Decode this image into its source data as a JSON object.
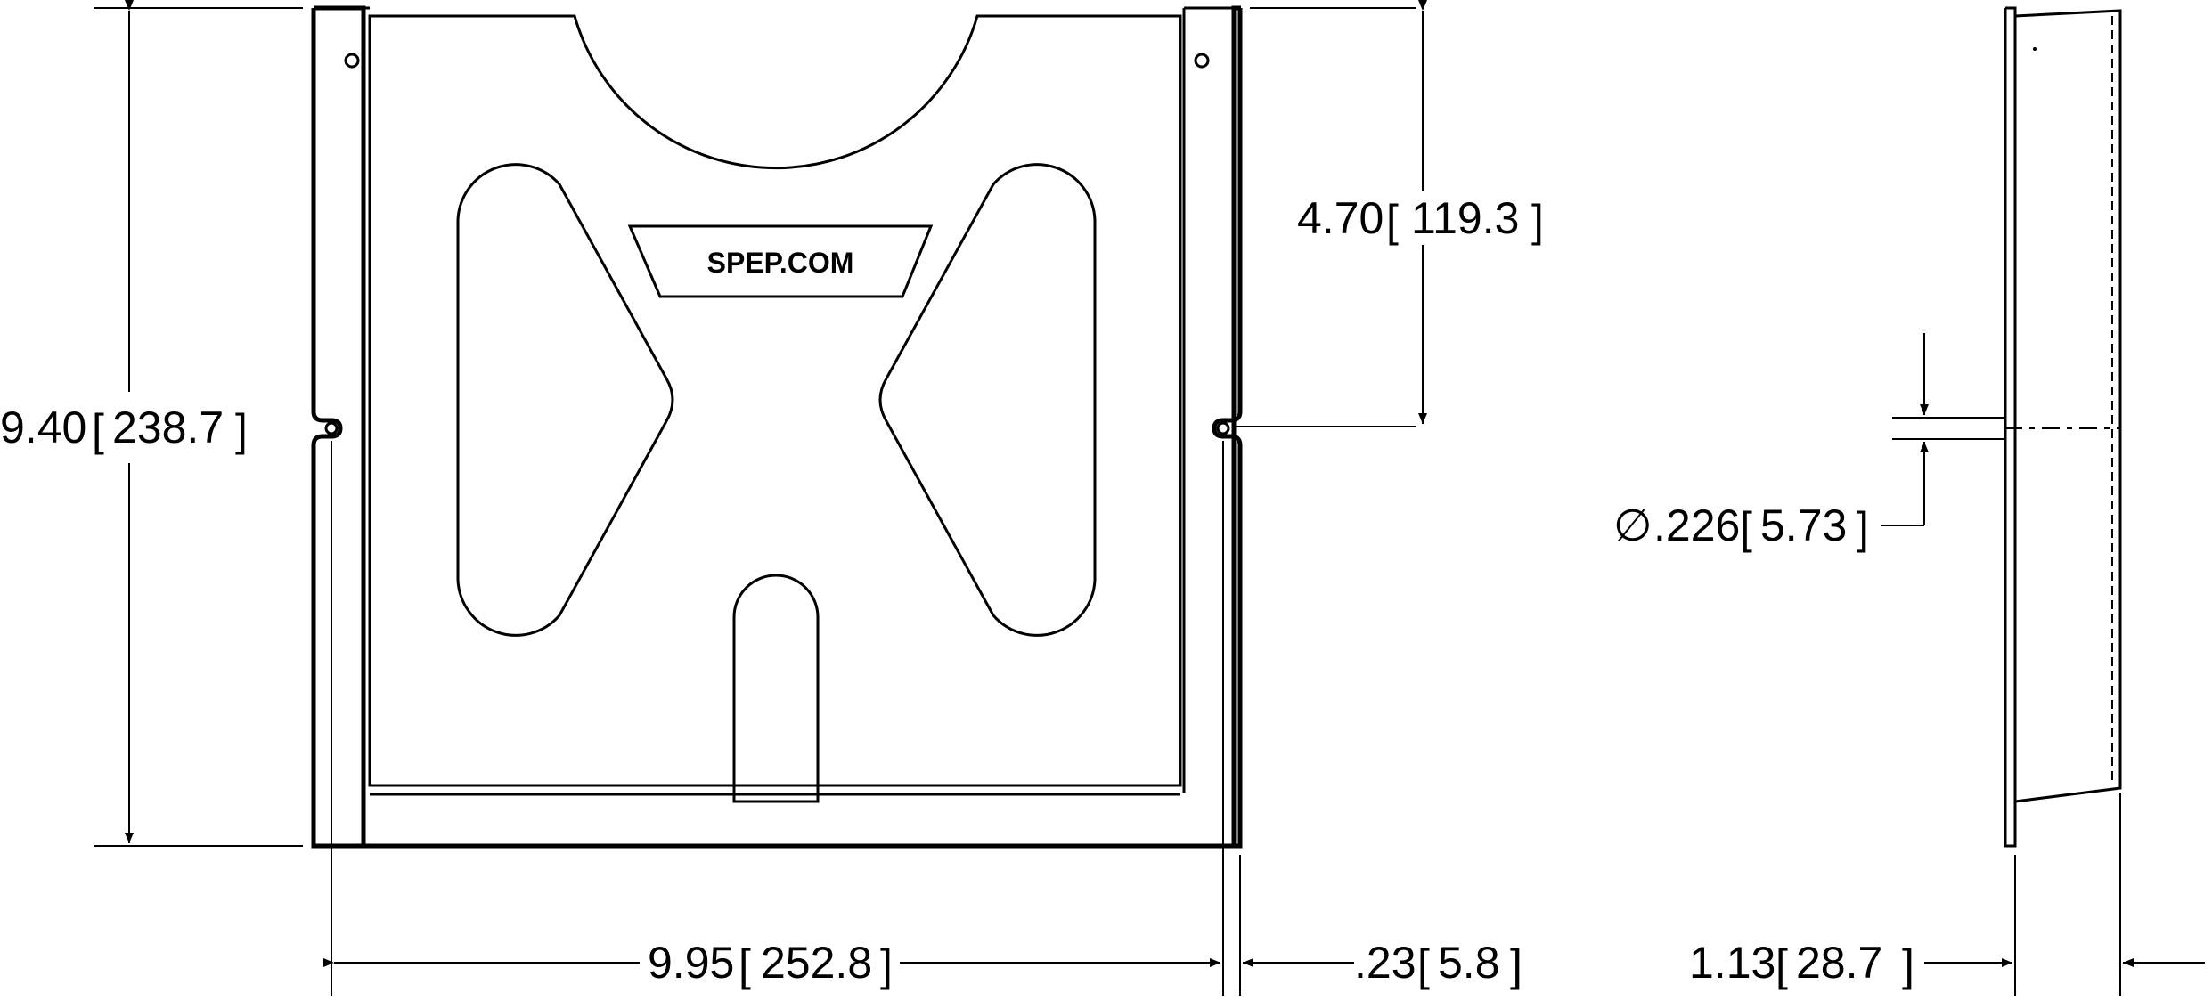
{
  "drawing": {
    "logo_text": "SPEP.COM",
    "dimensions": {
      "overall_height": {
        "value": "9.40",
        "metric": "238.7"
      },
      "hole_to_top": {
        "value": "4.70",
        "metric": "119.3"
      },
      "overall_width": {
        "value": "9.95",
        "metric": "252.8"
      },
      "edge_to_hole": {
        "value": ".23",
        "metric": "5.8"
      },
      "hole_diameter": {
        "symbol": "∅",
        "value": ".226",
        "metric": "5.73"
      },
      "depth": {
        "value": "1.13",
        "metric": "28.7"
      }
    }
  }
}
